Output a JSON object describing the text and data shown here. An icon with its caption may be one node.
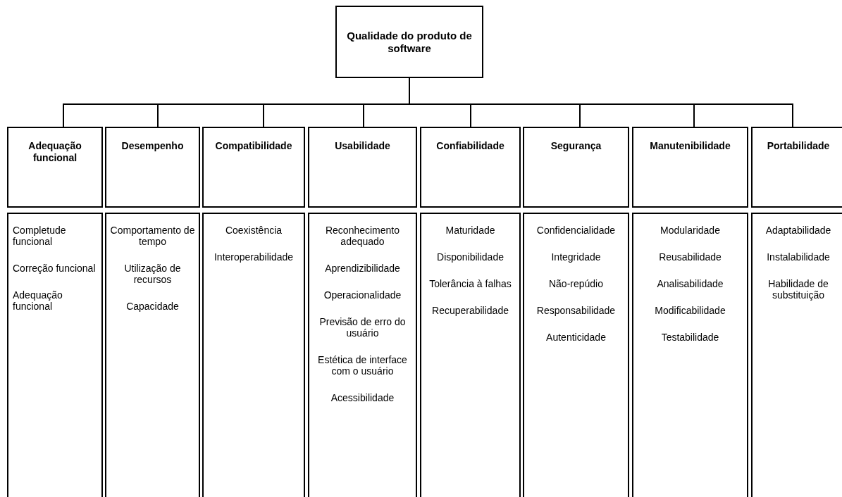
{
  "diagram": {
    "nodes": [
      {
        "text": [
          "Qualidade do produto de software"
        ]
      },
      {
        "text": [
          "Adequação funcional"
        ]
      },
      {
        "text": [
          "Desempenho"
        ]
      },
      {
        "text": [
          "Compatibilidade"
        ]
      },
      {
        "text": [
          "Usabilidade"
        ]
      },
      {
        "text": [
          "Confiabilidade"
        ]
      },
      {
        "text": [
          "Segurança"
        ]
      },
      {
        "text": [
          "Manutenibilidade"
        ]
      },
      {
        "text": [
          "Portabilidade"
        ]
      },
      {
        "text": [
          "Completude funcional",
          "Correção funcional",
          "Adequação funcional"
        ]
      },
      {
        "text": [
          "Comportamento de tempo",
          "Utilização de recursos",
          "Capacidade"
        ]
      },
      {
        "text": [
          "Coexistência",
          "Interoperabilidade"
        ]
      },
      {
        "text": [
          "Reconhecimento adequado",
          "Aprendizibilidade",
          "Operacionalidade",
          "Previsão de erro do usuário",
          "Estética de interface com o usuário",
          "Acessibilidade"
        ]
      },
      {
        "text": [
          "Maturidade",
          "Disponibilidade",
          "Tolerância à falhas",
          "Recuperabilidade"
        ]
      },
      {
        "text": [
          "Confidencialidade",
          "Integridade",
          "Não-repúdio",
          "Responsabilidade",
          "Autenticidade"
        ]
      },
      {
        "text": [
          "Modularidade",
          "Reusabilidade",
          "Analisabilidade",
          "Modificabilidade",
          "Testabilidade"
        ]
      },
      {
        "text": [
          "Adaptabilidade",
          "Instalabilidade",
          "Habilidade de substituição"
        ]
      }
    ],
    "edges": [
      {
        "from": 0,
        "to": 1,
        "arrow": "none"
      },
      {
        "from": 0,
        "to": 2,
        "arrow": "none"
      },
      {
        "from": 0,
        "to": 3,
        "arrow": "none"
      },
      {
        "from": 0,
        "to": 4,
        "arrow": "none"
      },
      {
        "from": 0,
        "to": 5,
        "arrow": "none"
      },
      {
        "from": 0,
        "to": 6,
        "arrow": "none"
      },
      {
        "from": 0,
        "to": 7,
        "arrow": "none"
      },
      {
        "from": 0,
        "to": 8,
        "arrow": "none"
      }
    ]
  }
}
